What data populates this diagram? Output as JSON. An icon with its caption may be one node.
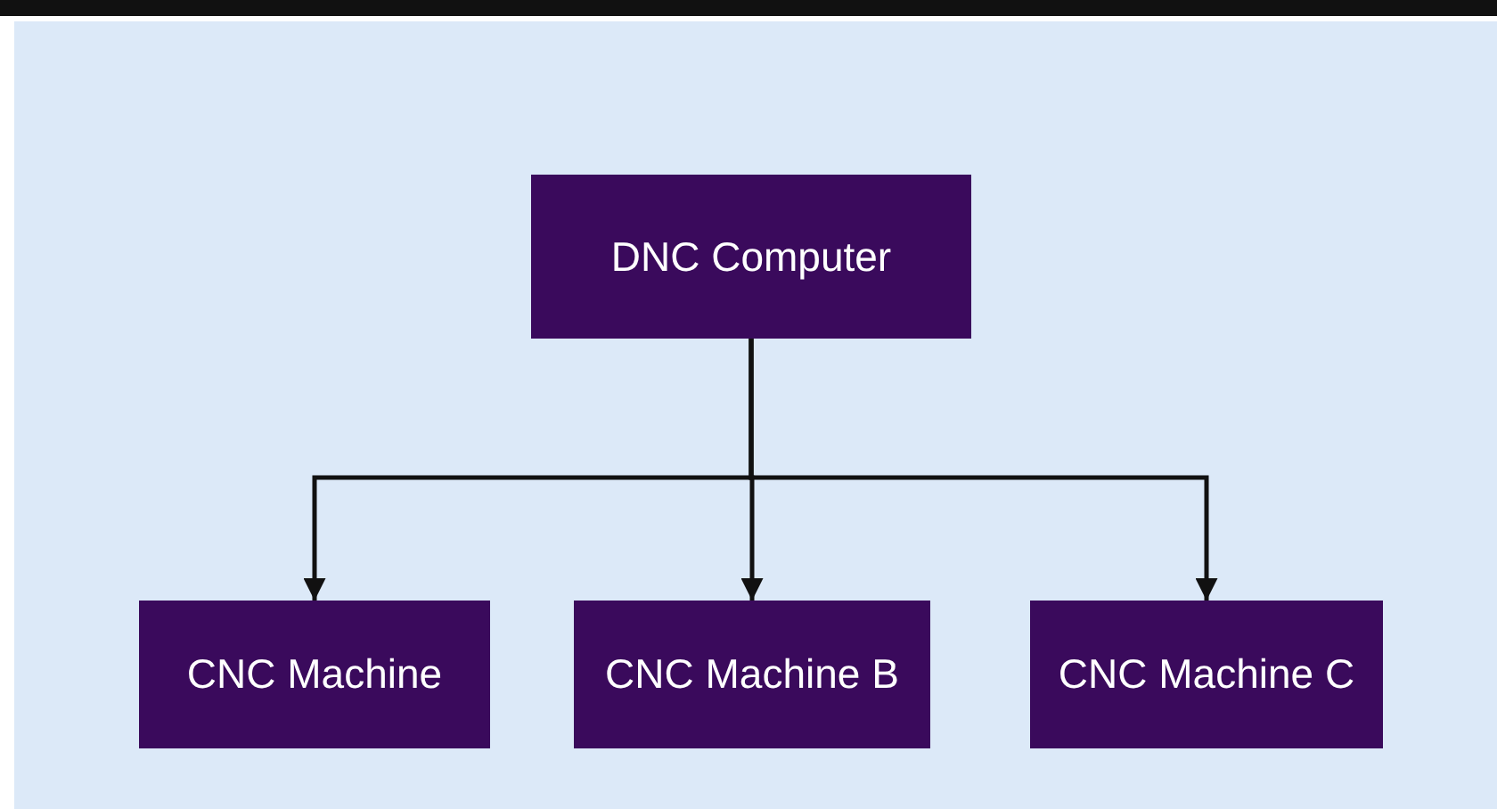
{
  "diagram": {
    "nodes": [
      {
        "text": [
          "DNC Computer"
        ]
      },
      {
        "text": [
          "CNC Machine"
        ]
      },
      {
        "text": [
          "CNC Machine B"
        ]
      },
      {
        "text": [
          "CNC Machine C"
        ]
      }
    ],
    "edges": [
      {
        "from": 0,
        "to": 1,
        "arrow": "to"
      },
      {
        "from": 0,
        "to": 2,
        "arrow": "to"
      },
      {
        "from": 0,
        "to": 3,
        "arrow": "to"
      }
    ]
  }
}
